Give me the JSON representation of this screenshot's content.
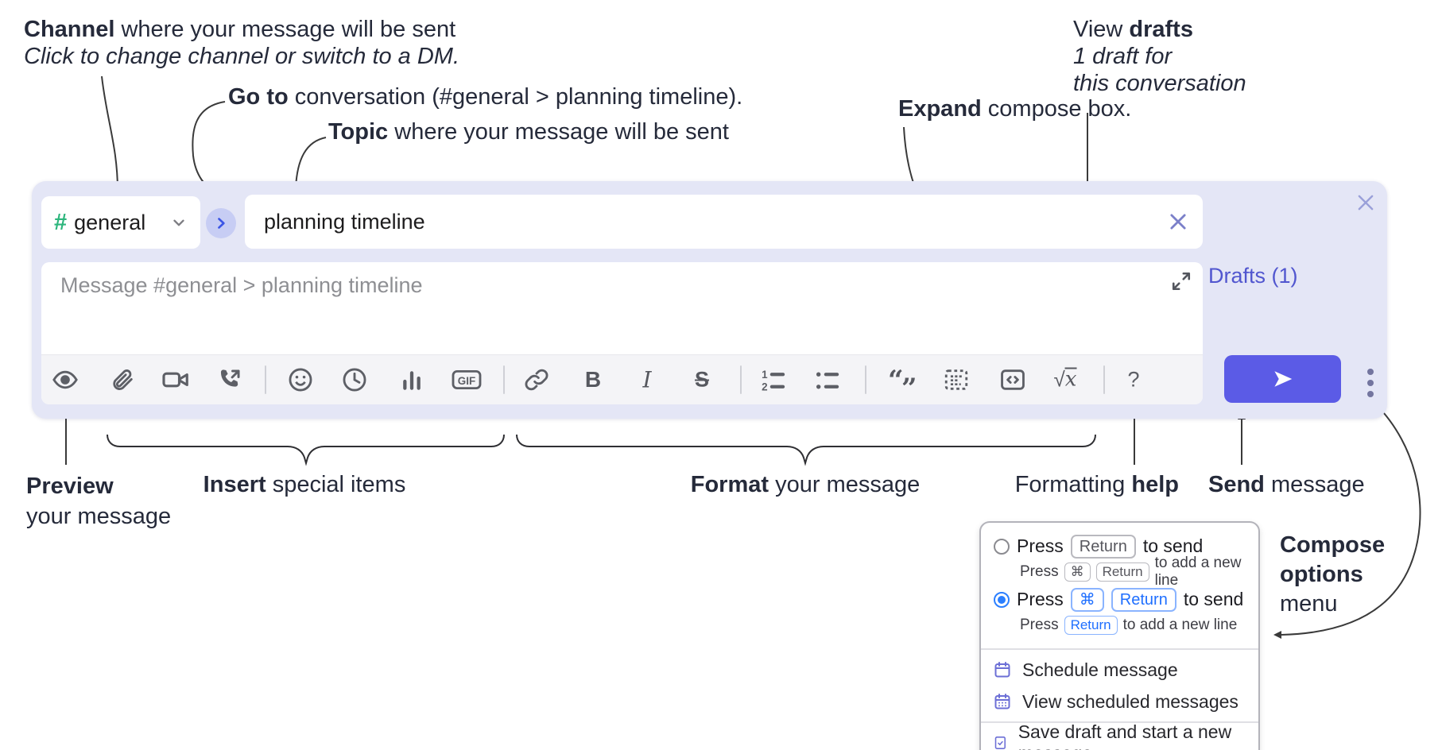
{
  "annotations": {
    "channel": {
      "bold": "Channel",
      "rest": " where your message will be sent",
      "sub": "Click to change channel or switch to a DM."
    },
    "goto": {
      "bold": "Go to",
      "rest": " conversation (#general > planning timeline)."
    },
    "topic": {
      "bold": "Topic",
      "rest": " where your message will be sent"
    },
    "expand": {
      "bold": "Expand",
      "rest": " compose box."
    },
    "view_drafts": {
      "pre": "View ",
      "bold": "drafts",
      "line2": "1 draft for",
      "line3": "this conversation"
    },
    "preview": {
      "bold": "Preview",
      "line2": "your message"
    },
    "insert": {
      "bold": "Insert",
      "rest": " special items"
    },
    "format": {
      "bold": "Format",
      "rest": " your message"
    },
    "help": {
      "pre": "Formatting ",
      "bold": "help"
    },
    "send": {
      "bold": "Send",
      "rest": " message"
    },
    "compose_options": {
      "line1": "Compose",
      "line2": "options",
      "line3": "menu"
    }
  },
  "compose": {
    "channel_hash": "#",
    "channel_name": "general",
    "topic_value": "planning timeline",
    "message_placeholder": "Message #general > planning timeline",
    "drafts_label": "Drafts (1)",
    "toolbar": {
      "gif": "GIF",
      "bold": "B",
      "italic": "I",
      "strike": "S",
      "quote_open": "“",
      "quote_close": "”",
      "sqrt_radical": "√",
      "sqrt_x": "x",
      "help": "?"
    }
  },
  "menu": {
    "option1": {
      "press": "Press",
      "key_return": "Return",
      "suffix": "to send",
      "sub_press": "Press",
      "sub_key_cmd": "⌘",
      "sub_key_return": "Return",
      "sub_suffix": "to add a new line"
    },
    "option2": {
      "press": "Press",
      "key_cmd": "⌘",
      "key_return": "Return",
      "suffix": "to send",
      "sub_press": "Press",
      "sub_key_return": "Return",
      "sub_suffix": "to add a new line"
    },
    "items": [
      {
        "label": "Schedule message"
      },
      {
        "label": "View scheduled messages"
      },
      {
        "label": "Save draft and start a new message"
      }
    ]
  },
  "colors": {
    "compose_bg": "#e4e6f6",
    "send_button": "#5b5be6",
    "hash_green": "#2eb67d",
    "drafts_link": "#5156cf",
    "radio_accent": "#2b7fff"
  }
}
